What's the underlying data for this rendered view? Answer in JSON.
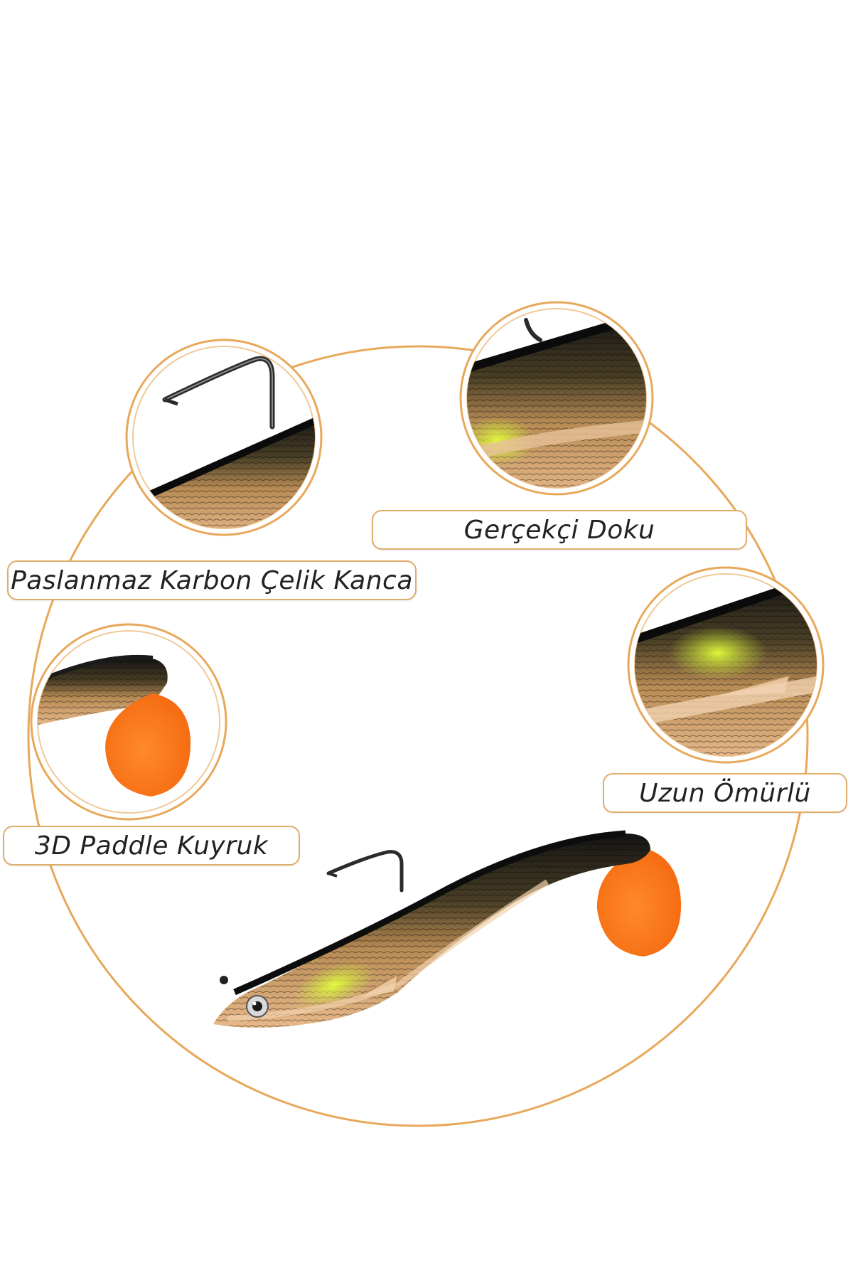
{
  "features": [
    {
      "id": "gercekci",
      "label": "Gerçekçi Doku",
      "icon": "scale-texture-icon"
    },
    {
      "id": "paslanmaz",
      "label": "Paslanmaz Karbon Çelik Kanca",
      "icon": "hook-icon"
    },
    {
      "id": "uzun",
      "label": "Uzun Ömürlü",
      "icon": "body-texture-icon"
    },
    {
      "id": "paddle",
      "label": "3D Paddle Kuyruk",
      "icon": "paddle-tail-icon"
    }
  ],
  "colors": {
    "accent": "#e8a85a",
    "paddle_orange": "#ff7a1a",
    "body_dark": "#2a2a22",
    "belly": "#d6a070",
    "lime": "#c8e63a"
  }
}
